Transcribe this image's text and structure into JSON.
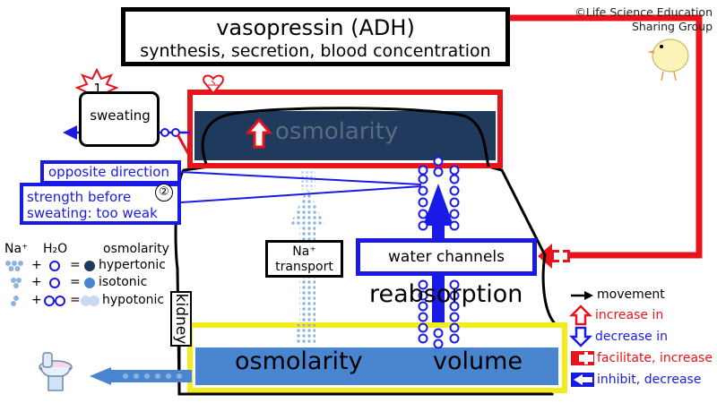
{
  "title": {
    "main": "vasopressin (ADH)",
    "sub": "synthesis, secretion, blood concentration"
  },
  "credit": {
    "line1": "©Life Science Education",
    "line2": "Sharing Group"
  },
  "sweating": {
    "label": "sweating",
    "step_number": "1"
  },
  "notes": {
    "opposite": "opposite direction",
    "strength_line1": "strength before",
    "strength_line2": "sweating: too weak",
    "step_number": "②"
  },
  "blood": {
    "label": "osmolarity"
  },
  "na_transport": {
    "line1": "Na⁺",
    "line2": "transport"
  },
  "water_channels": {
    "label": "water channels"
  },
  "reabsorption": {
    "label": "reabsorption"
  },
  "kidney": {
    "label": "kidney"
  },
  "urine": {
    "osmolarity": "osmolarity",
    "volume": "volume"
  },
  "legend": {
    "na": "Na⁺",
    "h2o": "H₂O",
    "osmolarity": "osmolarity",
    "rows": [
      {
        "plus": "+",
        "equals": "=",
        "label": "hypertonic"
      },
      {
        "plus": "+",
        "equals": "=",
        "label": "isotonic"
      },
      {
        "plus": "+",
        "equals": "=",
        "label": "hypotonic"
      }
    ]
  },
  "key": {
    "movement": "movement",
    "increase_in": "increase in",
    "decrease_in": "decrease in",
    "facilitate": "facilitate, increase",
    "inhibit": "inhibit, decrease"
  },
  "colors": {
    "red": "#e8131b",
    "blue": "#1a1ae6",
    "navy": "#1f3a5c",
    "urine_blue": "#4a86d0",
    "yellow": "#f2ec1b",
    "light_blue": "#8fb3e0"
  },
  "icons": [
    "heart-icon",
    "chick-icon",
    "toilet-icon",
    "starburst-icon"
  ]
}
